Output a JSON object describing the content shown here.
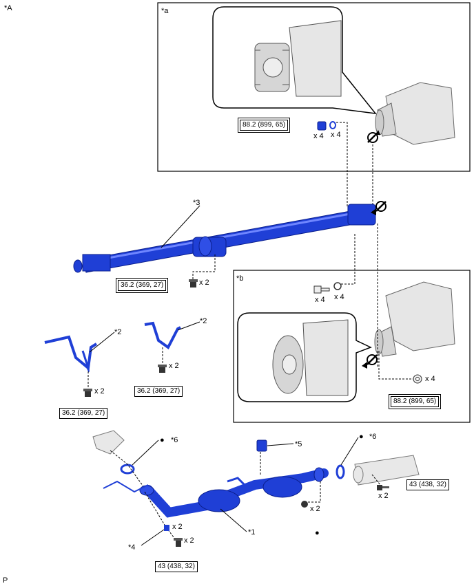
{
  "figure_label": "*A",
  "footer_code": "P",
  "detail_a": {
    "label": "*a",
    "torque": "88.2 (899, 65)",
    "qty_bolt": "x 4",
    "qty_washer": "x 4"
  },
  "detail_b": {
    "label": "*b",
    "torque": "88.2 (899, 65)",
    "qty_nut": "x 4",
    "qty_bolt": "x 4",
    "qty_washer": "x 4"
  },
  "propeller_shaft": {
    "label": "*3",
    "torque": "36.2 (369, 27)",
    "qty": "x 2"
  },
  "bracket_left": {
    "label": "*2",
    "torque": "36.2 (369, 27)",
    "qty": "x 2"
  },
  "bracket_right": {
    "label": "*2",
    "torque": "36.2 (369, 27)",
    "qty": "x 2"
  },
  "exhaust": {
    "label_pipe": "*1",
    "label_gasket_left": "*6",
    "label_gasket_right": "*6",
    "label_damper": "*5",
    "label_spring": "*4",
    "bullet": "●",
    "torque_left": "43 (438, 32)",
    "torque_right": "43 (438, 32)",
    "qty_spring": "x 2",
    "qty_bolt_left": "x 2",
    "qty_nut": "x 2",
    "qty_bolt_right": "x 2"
  },
  "colors": {
    "part_blue": "#1f3fd6",
    "part_dark": "#0a1e8c",
    "housing_gray": "#e6e6e6"
  }
}
